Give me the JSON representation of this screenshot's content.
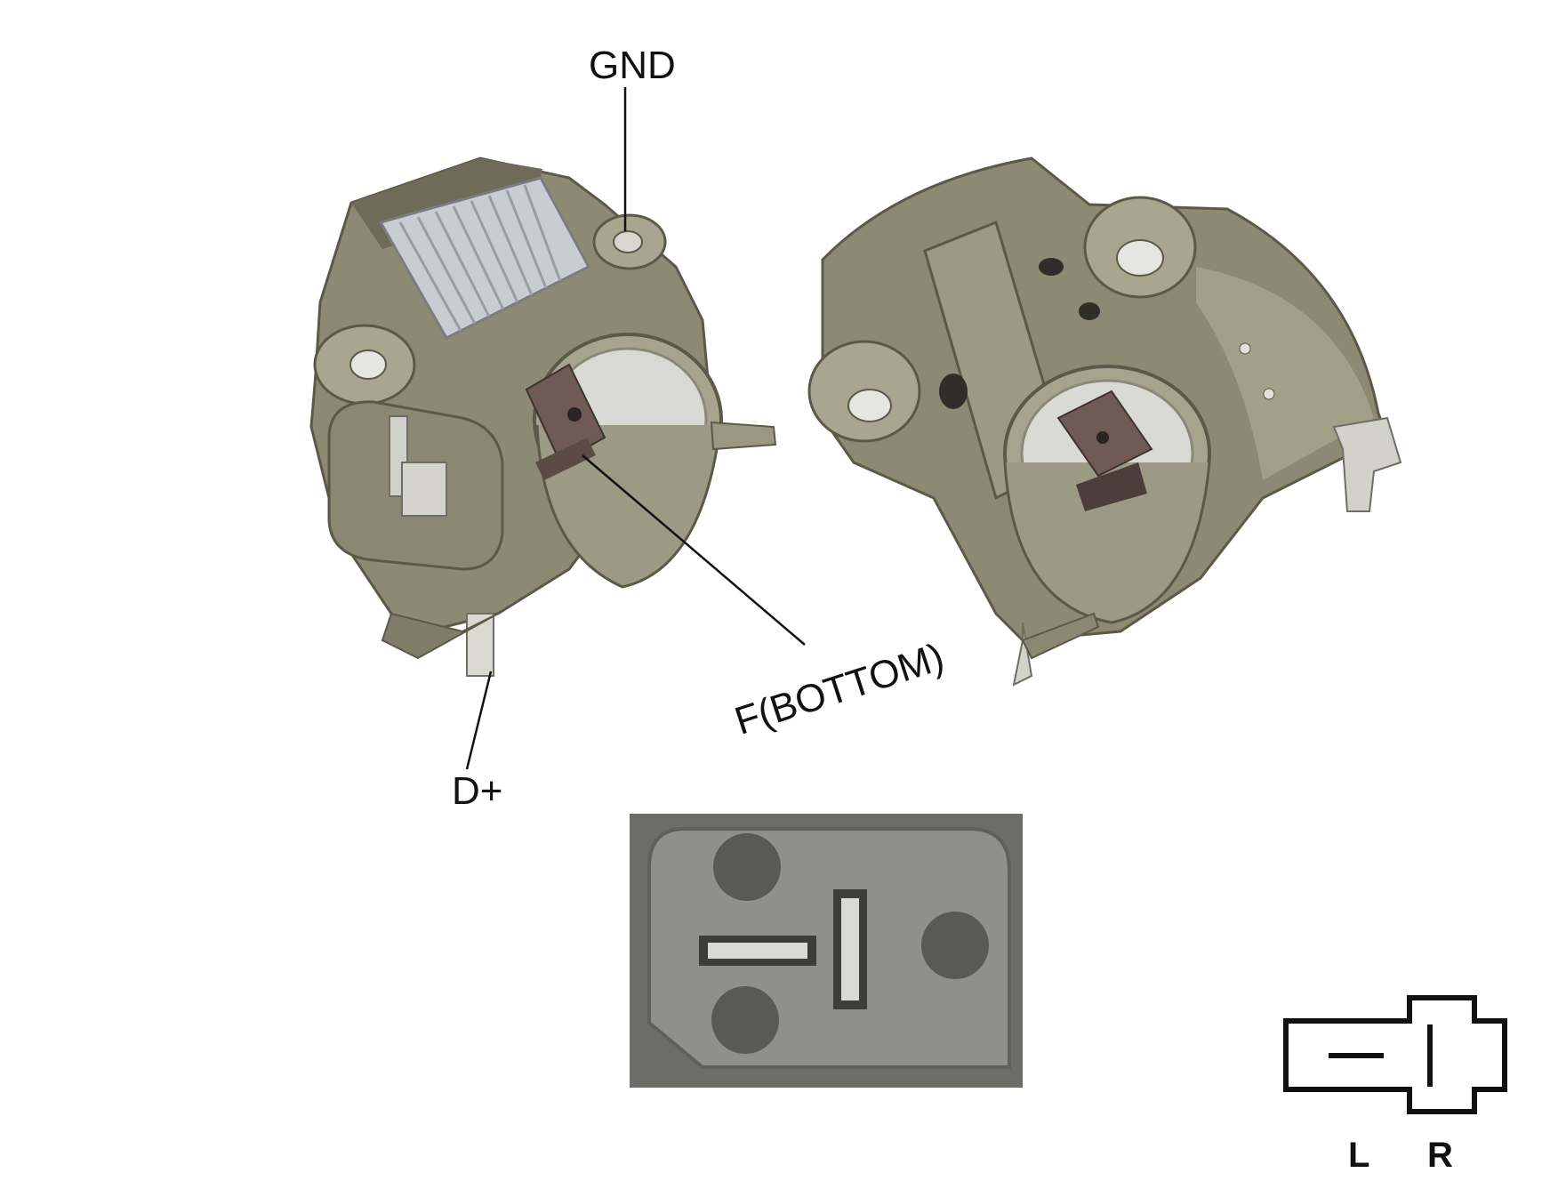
{
  "labels": {
    "gnd": "GND",
    "f_bottom": "F(BOTTOM)",
    "d_plus": "D+"
  },
  "connector_diagram": {
    "left_label": "L",
    "right_label": "R"
  },
  "colors": {
    "plastic": "#8d8a74",
    "plastic_dark": "#6e6b58",
    "plastic_light": "#a9a690",
    "heatsink": "#c9ccd0",
    "brush": "#6f5a55",
    "line": "#111111",
    "connector_face": "#8f8f8b"
  }
}
